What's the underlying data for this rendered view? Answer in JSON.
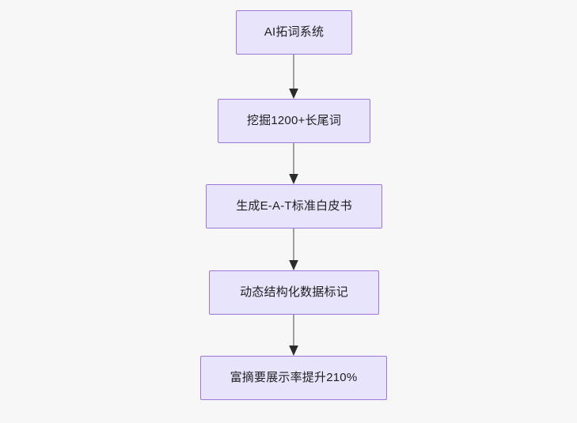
{
  "diagram": {
    "type": "flowchart",
    "direction": "top-to-bottom",
    "background_color": "#f7f7f7",
    "node_fill_color": "#e8e4fb",
    "node_border_color": "#9d77d8",
    "node_text_color": "#1f1f22",
    "edge_color": "#8a8a8a",
    "arrowhead_color": "#2b2b2b",
    "nodes": [
      {
        "id": "n1",
        "label": "AI拓词系统"
      },
      {
        "id": "n2",
        "label": "挖掘1200+长尾词"
      },
      {
        "id": "n3",
        "label": "生成E-A-T标准白皮书"
      },
      {
        "id": "n4",
        "label": "动态结构化数据标记"
      },
      {
        "id": "n5",
        "label": "富摘要展示率提升210%"
      }
    ],
    "edges": [
      {
        "from": "n1",
        "to": "n2",
        "label": ""
      },
      {
        "from": "n2",
        "to": "n3",
        "label": ""
      },
      {
        "from": "n3",
        "to": "n4",
        "label": ""
      },
      {
        "from": "n4",
        "to": "n5",
        "label": ""
      }
    ]
  }
}
